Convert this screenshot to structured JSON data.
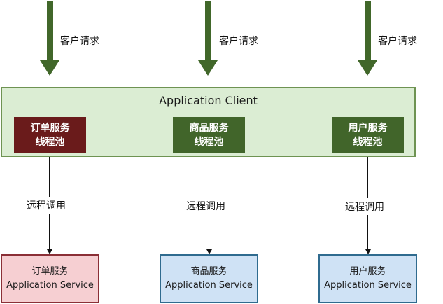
{
  "diagram": {
    "client_requests": [
      {
        "label": "客户请求"
      },
      {
        "label": "客户请求"
      },
      {
        "label": "客户请求"
      }
    ],
    "client": {
      "title": "Application Client",
      "pools": [
        {
          "line1": "订单服务",
          "line2": "线程池",
          "color": "#6a1b1b"
        },
        {
          "line1": "商品服务",
          "line2": "线程池",
          "color": "#41652a"
        },
        {
          "line1": "用户服务",
          "line2": "线程池",
          "color": "#41652a"
        }
      ]
    },
    "remote_calls": [
      {
        "label": "远程调用"
      },
      {
        "label": "远程调用"
      },
      {
        "label": "远程调用"
      }
    ],
    "services": [
      {
        "name": "订单服务",
        "subtitle": "Application Service",
        "fill": "#f6cfd2",
        "border": "#8b2f36"
      },
      {
        "name": "商品服务",
        "subtitle": "Application Service",
        "fill": "#cfe2f5",
        "border": "#2f6b8f"
      },
      {
        "name": "用户服务",
        "subtitle": "Application Service",
        "fill": "#cfe2f5",
        "border": "#2f6b8f"
      }
    ],
    "colors": {
      "arrow": "#41672a",
      "client_fill": "#dbedd3",
      "client_border": "#6e9352"
    }
  }
}
